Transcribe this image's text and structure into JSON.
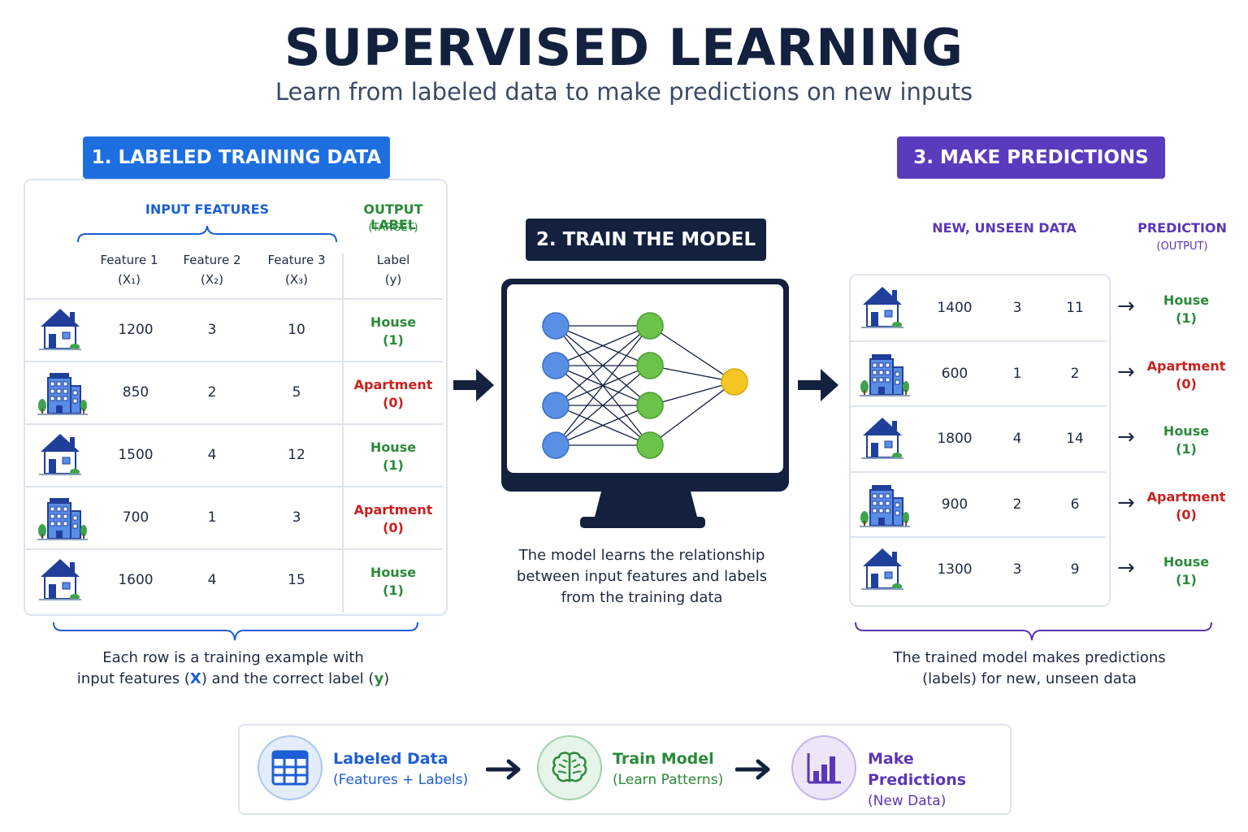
{
  "title": "SUPERVISED LEARNING",
  "subtitle": "Learn from labeled data to make predictions on new inputs",
  "section1": {
    "badge": "1. LABELED TRAINING DATA",
    "input_features": "INPUT FEATURES",
    "output_label": "OUTPUT LABEL",
    "output_target": "(TARGET)",
    "columns": [
      {
        "name": "Feature 1",
        "sym": "(X₁)"
      },
      {
        "name": "Feature 2",
        "sym": "(X₂)"
      },
      {
        "name": "Feature 3",
        "sym": "(X₃)"
      }
    ],
    "label_col": {
      "name": "Label",
      "sym": "(y)"
    },
    "rows": [
      {
        "icon": "house-icon",
        "f1": "1200",
        "f2": "3",
        "f3": "10",
        "label": "House",
        "code": "(1)",
        "kind": "house"
      },
      {
        "icon": "apartment-icon",
        "f1": "850",
        "f2": "2",
        "f3": "5",
        "label": "Apartment",
        "code": "(0)",
        "kind": "apartment"
      },
      {
        "icon": "house-icon",
        "f1": "1500",
        "f2": "4",
        "f3": "12",
        "label": "House",
        "code": "(1)",
        "kind": "house"
      },
      {
        "icon": "apartment-icon",
        "f1": "700",
        "f2": "1",
        "f3": "3",
        "label": "Apartment",
        "code": "(0)",
        "kind": "apartment"
      },
      {
        "icon": "house-icon",
        "f1": "1600",
        "f2": "4",
        "f3": "15",
        "label": "House",
        "code": "(1)",
        "kind": "house"
      }
    ],
    "caption_line1": "Each row is a training example with",
    "caption_pre": "input features (",
    "caption_x": "X",
    "caption_mid": ") and the correct label (",
    "caption_y": "y",
    "caption_post": ")"
  },
  "section2": {
    "badge": "2. TRAIN THE MODEL",
    "caption": [
      "The model learns the relationship",
      "between input features and labels",
      "from the training data"
    ]
  },
  "section3": {
    "badge": "3. MAKE PREDICTIONS",
    "new_data": "NEW, UNSEEN DATA",
    "prediction": "PREDICTION",
    "prediction_sub": "(OUTPUT)",
    "rows": [
      {
        "icon": "house-icon",
        "f1": "1400",
        "f2": "3",
        "f3": "11",
        "label": "House",
        "code": "(1)",
        "kind": "house"
      },
      {
        "icon": "apartment-icon",
        "f1": "600",
        "f2": "1",
        "f3": "2",
        "label": "Apartment",
        "code": "(0)",
        "kind": "apartment"
      },
      {
        "icon": "house-icon",
        "f1": "1800",
        "f2": "4",
        "f3": "14",
        "label": "House",
        "code": "(1)",
        "kind": "house"
      },
      {
        "icon": "apartment-icon",
        "f1": "900",
        "f2": "2",
        "f3": "6",
        "label": "Apartment",
        "code": "(0)",
        "kind": "apartment"
      },
      {
        "icon": "house-icon",
        "f1": "1300",
        "f2": "3",
        "f3": "9",
        "label": "House",
        "code": "(1)",
        "kind": "house"
      }
    ],
    "caption": [
      "The trained model makes predictions",
      "(labels) for new, unseen data"
    ]
  },
  "pipeline": [
    {
      "icon": "table-icon",
      "title": "Labeled Data",
      "sub": "(Features + Labels)"
    },
    {
      "icon": "brain-icon",
      "title": "Train Model",
      "sub": "(Learn Patterns)"
    },
    {
      "icon": "bar-chart-icon",
      "title": "Make Predictions",
      "sub": "(New Data)"
    }
  ],
  "colors": {
    "navy": "#13213f",
    "blue": "#1d6fe0",
    "purple": "#5b3bbd",
    "green": "#2a8a3a",
    "red": "#c9211e"
  }
}
